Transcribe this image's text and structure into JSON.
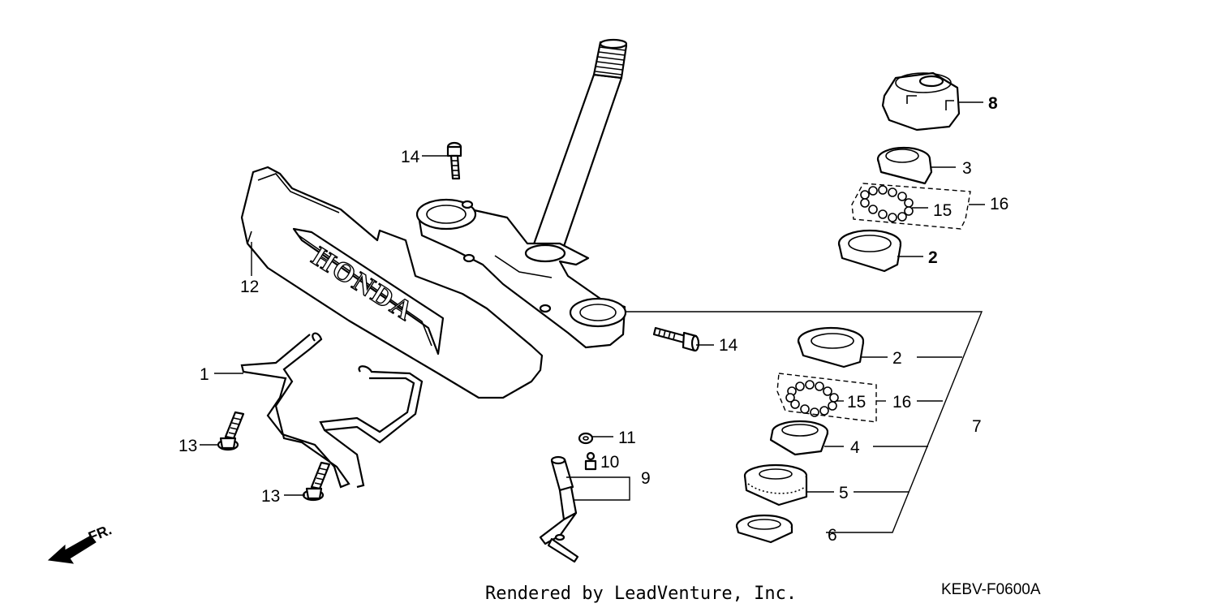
{
  "diagram": {
    "brand_text": "HONDA",
    "direction_label": "FR.",
    "footer_credit": "Rendered by LeadVenture, Inc.",
    "diagram_code": "KEBV-F0600A",
    "callouts": {
      "c1": "1",
      "c2a": "2",
      "c2b": "2",
      "c3": "3",
      "c4": "4",
      "c5": "5",
      "c6": "6",
      "c7": "7",
      "c8": "8",
      "c9": "9",
      "c10": "10",
      "c11": "11",
      "c12": "12",
      "c13a": "13",
      "c13b": "13",
      "c14a": "14",
      "c14b": "14",
      "c15a": "15",
      "c15b": "15",
      "c16a": "16",
      "c16b": "16"
    }
  }
}
